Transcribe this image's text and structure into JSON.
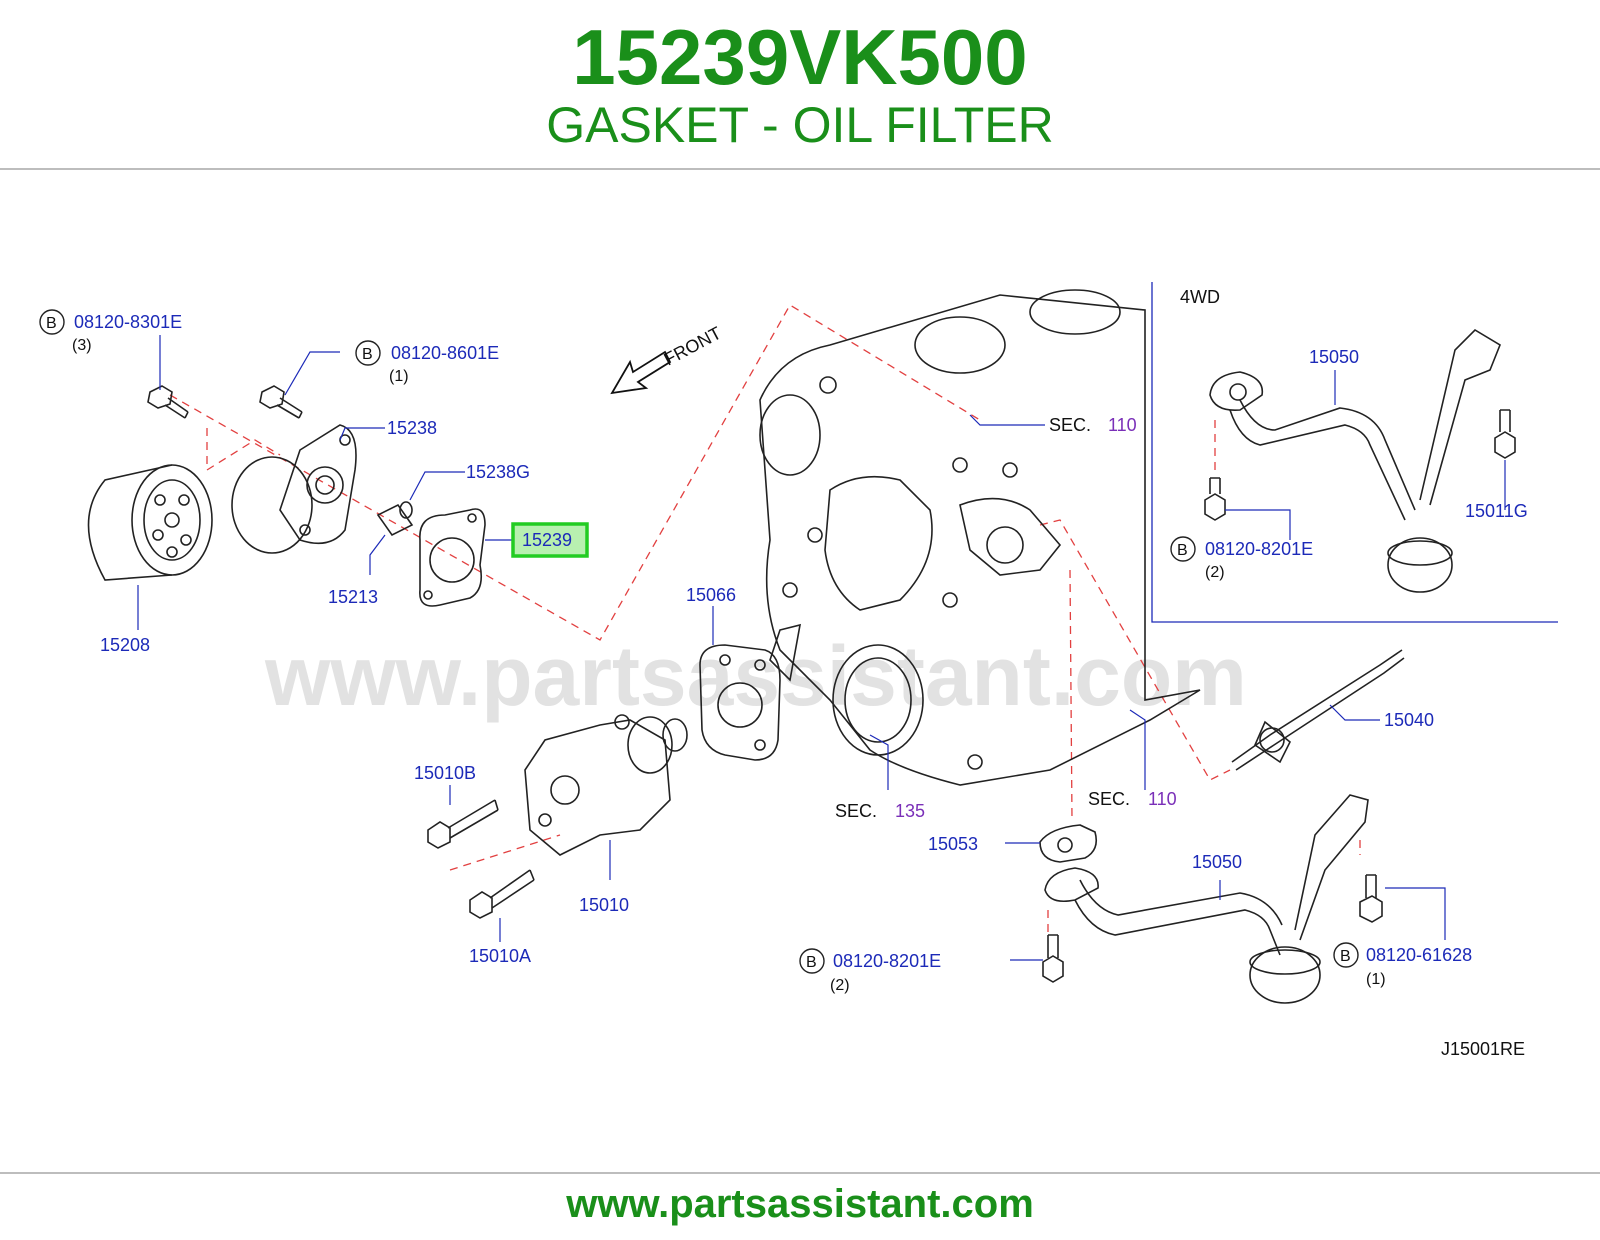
{
  "header": {
    "part_number": "15239VK500",
    "part_name": "GASKET - OIL FILTER"
  },
  "footer": {
    "site": "www.partsassistant.com"
  },
  "watermark": "www.partsassistant.com",
  "colors": {
    "title_green": "#1a8f1a",
    "label_blue": "#1c2ab8",
    "section_purple": "#7a2fb8",
    "highlight_green": "#22cc22",
    "dash_red": "#e24040"
  },
  "diagram": {
    "front_label": "FRONT",
    "fourwd_label": "4WD",
    "drawing_code": "J15001RE",
    "bolt_marker": "B",
    "labels": {
      "b_08120_8301E": "08120-8301E",
      "qty_3": "(3)",
      "b_08120_8601E": "08120-8601E",
      "qty_1a": "(1)",
      "p15238": "15238",
      "p15238G": "15238G",
      "p15239": "15239",
      "p15213": "15213",
      "p15208": "15208",
      "p15066": "15066",
      "p15010B": "15010B",
      "p15010": "15010",
      "p15010A": "15010A",
      "sec_label_a": "SEC.",
      "sec_num_a": "110",
      "sec_label_b": "SEC.",
      "sec_num_b": "135",
      "sec_label_c": "SEC.",
      "sec_num_c": "110",
      "p15040": "15040",
      "p15053": "15053",
      "p15050a": "15050",
      "p15050b": "15050",
      "p15011G": "15011G",
      "b_08120_8201E_a": "08120-8201E",
      "qty_2a": "(2)",
      "b_08120_8201E_b": "08120-8201E",
      "qty_2b": "(2)",
      "b_08120_61628": "08120-61628",
      "qty_1b": "(1)"
    }
  }
}
